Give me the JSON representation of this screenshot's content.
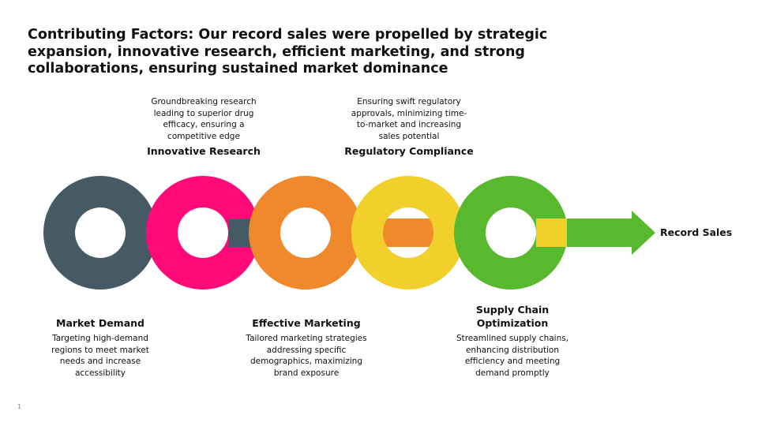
{
  "slide": {
    "title": "Contributing Factors: Our record sales were propelled by strategic expansion, innovative research, efficient marketing, and strong collaborations, ensuring sustained market dominance",
    "page_number": "1",
    "end_label": "Record Sales"
  },
  "stages": [
    {
      "title": "Market Demand",
      "description": "Targeting high-demand regions to meet market needs and increase accessibility",
      "color": "#455a64"
    },
    {
      "title": "Innovative Research",
      "description": "Groundbreaking research leading to superior drug efficacy, ensuring a competitive edge",
      "color": "#ff0a78"
    },
    {
      "title": "Effective Marketing",
      "description": "Tailored marketing strategies addressing specific demographics, maximizing brand exposure",
      "color": "#f0892c"
    },
    {
      "title": "Regulatory Compliance",
      "description": "Ensuring swift regulatory approvals, minimizing time-to-market and increasing sales potential",
      "color": "#f2d02b"
    },
    {
      "title": "Supply Chain Optimization",
      "description": "Streamlined supply chains, enhancing distribution efficiency and meeting demand promptly",
      "color": "#58b82e"
    }
  ]
}
